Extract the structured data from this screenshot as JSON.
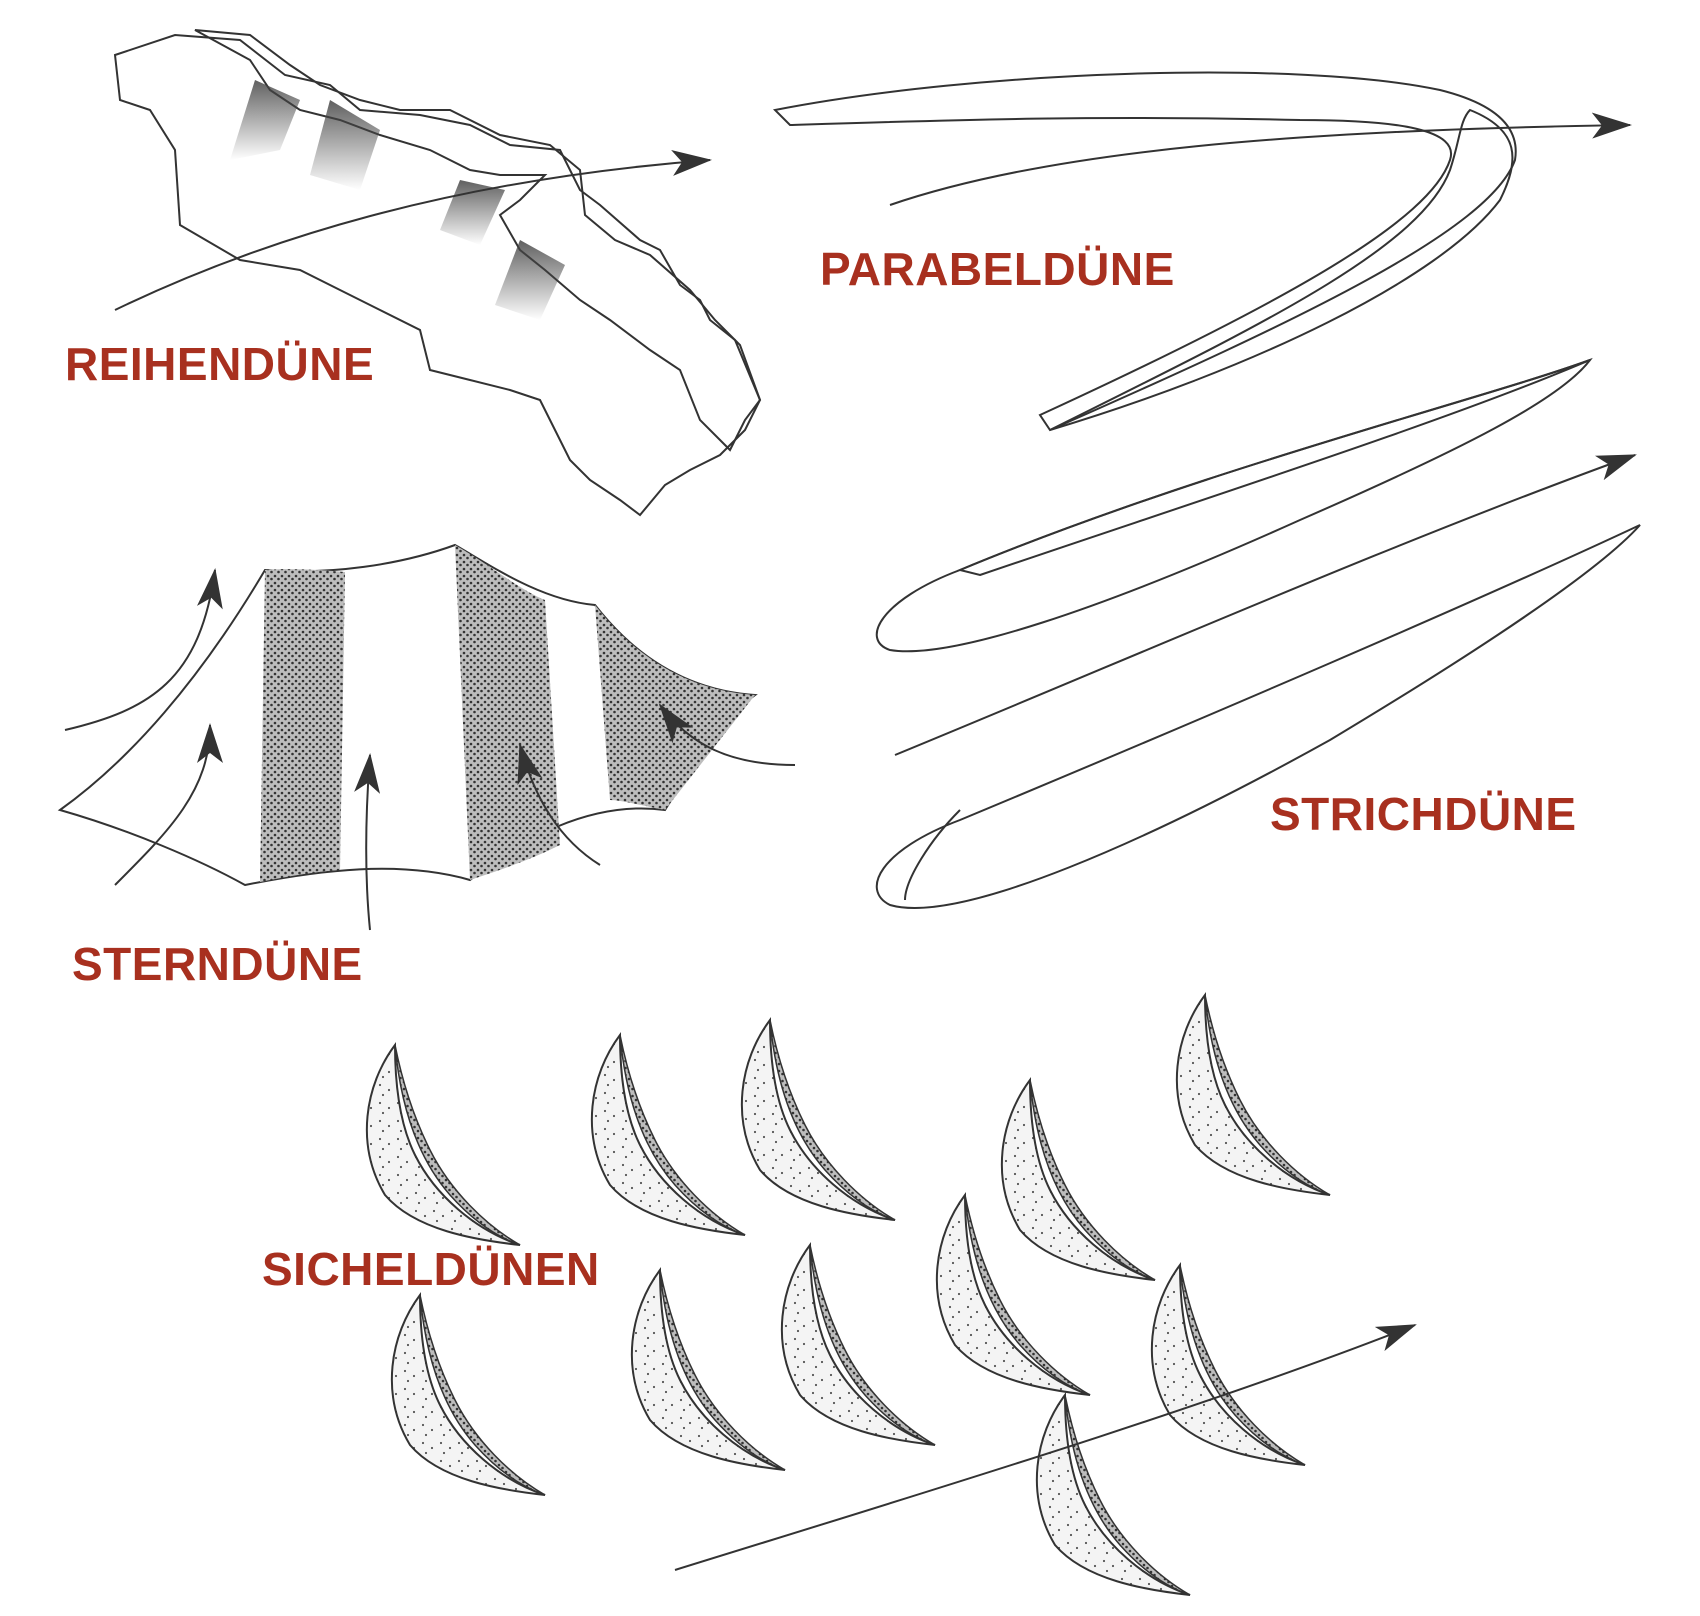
{
  "labels": {
    "reihenduene": "REIHENDÜNE",
    "parabelduene": "PARABELDÜNE",
    "sternduene": "STERNDÜNE",
    "strichduene": "STRICHDÜNE",
    "sichelduenen": "SICHELDÜNEN"
  },
  "colors": {
    "label": "#a8301f",
    "line": "#333333"
  }
}
